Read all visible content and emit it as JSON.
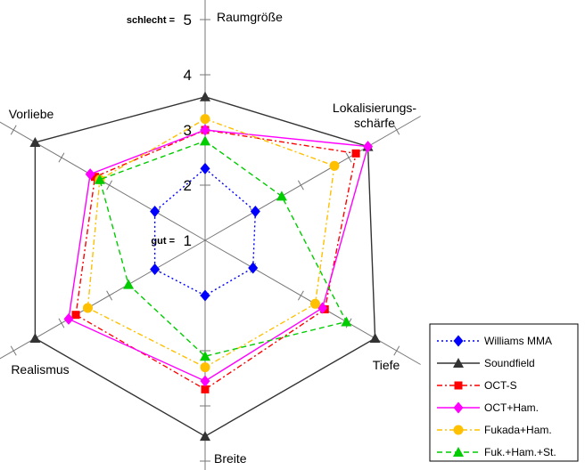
{
  "chart_data": {
    "type": "radar",
    "axes": [
      "Raumgröße",
      "Lokalisierungs-\nschärfe",
      "Tiefe",
      "Breite",
      "Realismus",
      "Vorliebe"
    ],
    "r_range": [
      1,
      5
    ],
    "r_ticks": [
      1,
      2,
      3,
      4,
      5
    ],
    "r_tick_labels": [
      "1",
      "2",
      "3",
      "4",
      "5"
    ],
    "annotations": {
      "low": "gut =",
      "high": "schlecht ="
    },
    "legend_position": "bottom-right",
    "series": [
      {
        "name": "Williams MMA",
        "color": "#0000ff",
        "dash": "2,3",
        "marker": "diamond",
        "values": [
          2.3,
          2.05,
          2.0,
          2.0,
          2.05,
          2.05
        ]
      },
      {
        "name": "Soundfield",
        "color": "#333333",
        "dash": "",
        "marker": "triangle",
        "values": [
          3.6,
          4.4,
          4.55,
          4.55,
          4.55,
          4.55
        ]
      },
      {
        "name": "OCT-S",
        "color": "#ff0000",
        "dash": "6,3,2,3",
        "marker": "square",
        "values": [
          3.0,
          4.15,
          3.5,
          3.7,
          3.7,
          3.3
        ]
      },
      {
        "name": "OCT+Ham.",
        "color": "#ff00ff",
        "dash": "",
        "marker": "diamond",
        "values": [
          3.0,
          4.4,
          3.45,
          3.55,
          3.85,
          3.4
        ]
      },
      {
        "name": "Fukada+Ham.",
        "color": "#ffc000",
        "dash": "6,3,2,3",
        "marker": "circle",
        "values": [
          3.2,
          3.7,
          3.3,
          3.3,
          3.45,
          3.2
        ]
      },
      {
        "name": "Fuk.+Ham.+St.",
        "color": "#00cc00",
        "dash": "6,4",
        "marker": "triangle",
        "values": [
          2.8,
          2.6,
          3.95,
          3.1,
          2.6,
          3.2
        ]
      }
    ]
  }
}
